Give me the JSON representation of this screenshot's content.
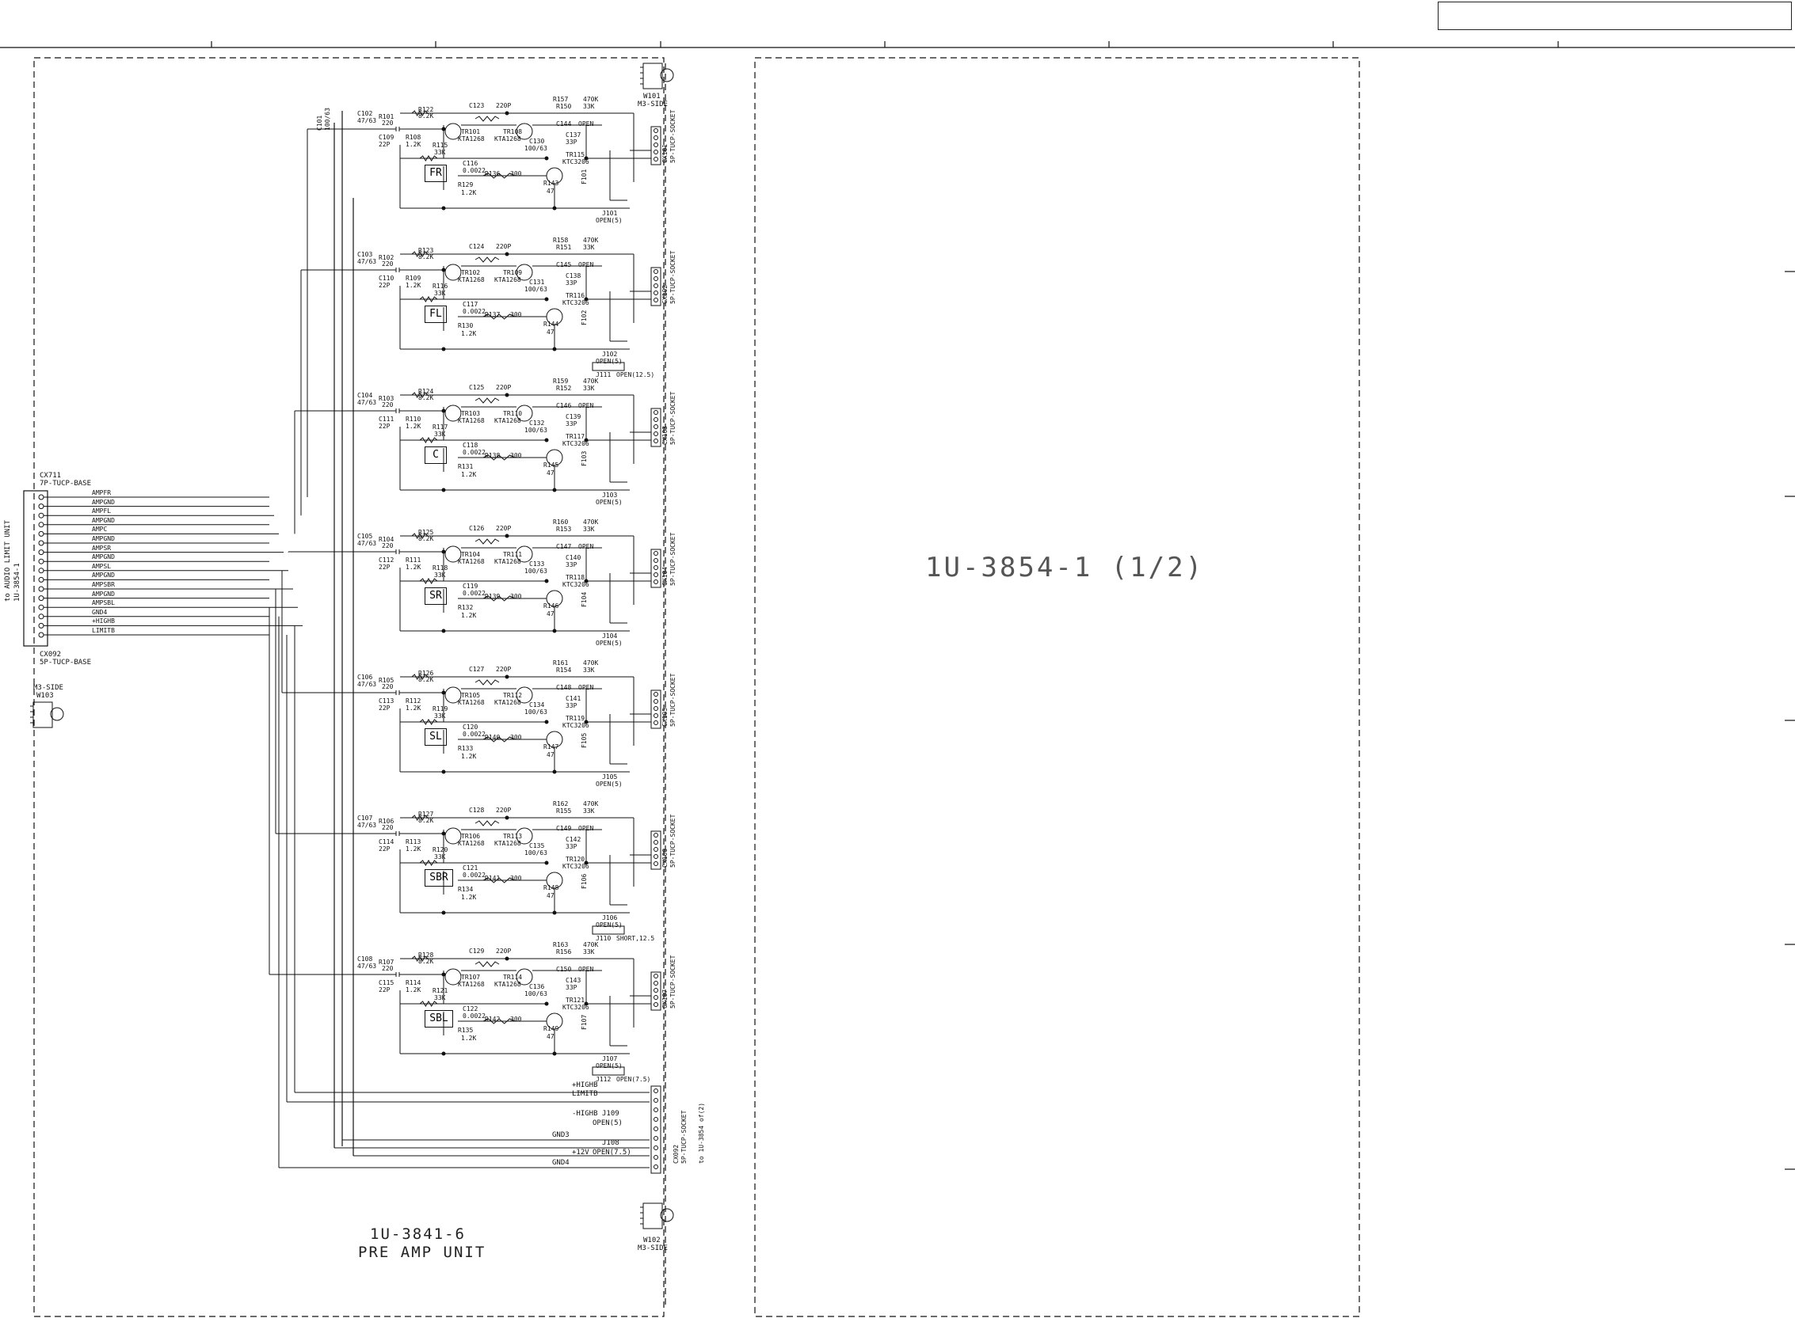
{
  "units": {
    "main": {
      "code": "1U-3841-6",
      "name": "PRE AMP UNIT"
    },
    "right": {
      "code": "1U-3854-1 (1/2)"
    }
  },
  "left_connector": {
    "top_ref": "CX711",
    "top_type": "7P-TUCP-BASE",
    "bottom_ref": "CX092",
    "bottom_type": "5P-TUCP-BASE",
    "side_label": "to AUDIO LIMIT UNIT",
    "side_sub": "1U-3854-1",
    "signals": [
      "AMPFR",
      "AMPGND",
      "AMPFL",
      "AMPGND",
      "AMPC",
      "AMPGND",
      "AMPSR",
      "AMPGND",
      "AMPSL",
      "AMPGND",
      "AMPSBR",
      "AMPGND",
      "AMPSBL",
      "GND4",
      "+HIGHB",
      "LIMITB"
    ]
  },
  "mounts": [
    {
      "ref": "W101",
      "label": "M3-SIDE"
    },
    {
      "ref": "W103",
      "label": "M3-SIDE"
    },
    {
      "ref": "W102",
      "label": "M3-SIDE"
    }
  ],
  "channels": [
    {
      "name": "FR",
      "cin": "C102",
      "cin_v": "47/63",
      "rin": "R101",
      "rin_v": "220",
      "r_b": "R122",
      "r_b_v": "8.2K",
      "cbyp": "C109",
      "cbyp_v": "22P",
      "r_g": "R108",
      "r_g_v": "1.2K",
      "r_e": "R115",
      "r_e_v": "33K",
      "tr1": "TR101",
      "tr1_t": "KTA1268",
      "tr2": "TR108",
      "tr2_t": "KTA1268",
      "cf": "C123",
      "cf_v": "220P",
      "cc": "C130",
      "cc_v": "100/63",
      "rh1": "R157",
      "rh1_v": "470K",
      "rh2": "R150",
      "rh2_v": "33K",
      "c_open": "C144",
      "c_open_v": "OPEN",
      "c33": "C137",
      "c33_v": "33P",
      "tr3": "TR115",
      "tr3_t": "KTC3206",
      "cd": "C116",
      "cd_v": "0.0022",
      "rs": "R136",
      "rs_v": "300",
      "rl": "R129",
      "rl_v": "1.2K",
      "re2": "R143",
      "re2_v": "47",
      "f": "F101",
      "jack": "J101",
      "jack_v": "OPEN(5)",
      "cx": "CX101",
      "cx_t": "5P-TUCP-SOCKET"
    },
    {
      "name": "FL",
      "cin": "C103",
      "cin_v": "47/63",
      "rin": "R102",
      "rin_v": "220",
      "r_b": "R123",
      "r_b_v": "8.2K",
      "cbyp": "C110",
      "cbyp_v": "22P",
      "r_g": "R109",
      "r_g_v": "1.2K",
      "r_e": "R116",
      "r_e_v": "33K",
      "tr1": "TR102",
      "tr1_t": "KTA1268",
      "tr2": "TR109",
      "tr2_t": "KTA1268",
      "cf": "C124",
      "cf_v": "220P",
      "cc": "C131",
      "cc_v": "100/63",
      "rh1": "R158",
      "rh1_v": "470K",
      "rh2": "R151",
      "rh2_v": "33K",
      "c_open": "C145",
      "c_open_v": "OPEN",
      "c33": "C138",
      "c33_v": "33P",
      "tr3": "TR116",
      "tr3_t": "KTC3206",
      "cd": "C117",
      "cd_v": "0.0022",
      "rs": "R137",
      "rs_v": "300",
      "rl": "R130",
      "rl_v": "1.2K",
      "re2": "R144",
      "re2_v": "47",
      "f": "F102",
      "jack": "J102",
      "jack_v": "OPEN(5)",
      "jack2": "J111",
      "jack2_v": "OPEN(12.5)",
      "cx": "CX102",
      "cx_t": "5P-TUCP-SOCKET"
    },
    {
      "name": "C",
      "cin": "C104",
      "cin_v": "47/63",
      "rin": "R103",
      "rin_v": "220",
      "r_b": "R124",
      "r_b_v": "8.2K",
      "cbyp": "C111",
      "cbyp_v": "22P",
      "r_g": "R110",
      "r_g_v": "1.2K",
      "r_e": "R117",
      "r_e_v": "33K",
      "tr1": "TR103",
      "tr1_t": "KTA1268",
      "tr2": "TR110",
      "tr2_t": "KTA1268",
      "cf": "C125",
      "cf_v": "220P",
      "cc": "C132",
      "cc_v": "100/63",
      "rh1": "R159",
      "rh1_v": "470K",
      "rh2": "R152",
      "rh2_v": "33K",
      "c_open": "C146",
      "c_open_v": "OPEN",
      "c33": "C139",
      "c33_v": "33P",
      "tr3": "TR117",
      "tr3_t": "KTC3206",
      "cd": "C118",
      "cd_v": "0.0022",
      "rs": "R138",
      "rs_v": "300",
      "rl": "R131",
      "rl_v": "1.2K",
      "re2": "R145",
      "re2_v": "47",
      "f": "F103",
      "jack": "J103",
      "jack_v": "OPEN(5)",
      "cx": "CX103",
      "cx_t": "5P-TUCP-SOCKET"
    },
    {
      "name": "SR",
      "cin": "C105",
      "cin_v": "47/63",
      "rin": "R104",
      "rin_v": "220",
      "r_b": "R125",
      "r_b_v": "8.2K",
      "cbyp": "C112",
      "cbyp_v": "22P",
      "r_g": "R111",
      "r_g_v": "1.2K",
      "r_e": "R118",
      "r_e_v": "33K",
      "tr1": "TR104",
      "tr1_t": "KTA1268",
      "tr2": "TR111",
      "tr2_t": "KTA1268",
      "cf": "C126",
      "cf_v": "220P",
      "cc": "C133",
      "cc_v": "100/63",
      "rh1": "R160",
      "rh1_v": "470K",
      "rh2": "R153",
      "rh2_v": "33K",
      "c_open": "C147",
      "c_open_v": "OPEN",
      "c33": "C140",
      "c33_v": "33P",
      "tr3": "TR118",
      "tr3_t": "KTC3206",
      "cd": "C119",
      "cd_v": "0.0022",
      "rs": "R139",
      "rs_v": "300",
      "rl": "R132",
      "rl_v": "1.2K",
      "re2": "R146",
      "re2_v": "47",
      "f": "F104",
      "jack": "J104",
      "jack_v": "OPEN(5)",
      "cx": "CX104",
      "cx_t": "5P-TUCP-SOCKET"
    },
    {
      "name": "SL",
      "cin": "C106",
      "cin_v": "47/63",
      "rin": "R105",
      "rin_v": "220",
      "r_b": "R126",
      "r_b_v": "8.2K",
      "cbyp": "C113",
      "cbyp_v": "22P",
      "r_g": "R112",
      "r_g_v": "1.2K",
      "r_e": "R119",
      "r_e_v": "33K",
      "tr1": "TR105",
      "tr1_t": "KTA1268",
      "tr2": "TR112",
      "tr2_t": "KTA1268",
      "cf": "C127",
      "cf_v": "220P",
      "cc": "C134",
      "cc_v": "100/63",
      "rh1": "R161",
      "rh1_v": "470K",
      "rh2": "R154",
      "rh2_v": "33K",
      "c_open": "C148",
      "c_open_v": "OPEN",
      "c33": "C141",
      "c33_v": "33P",
      "tr3": "TR119",
      "tr3_t": "KTC3206",
      "cd": "C120",
      "cd_v": "0.0022",
      "rs": "R140",
      "rs_v": "300",
      "rl": "R133",
      "rl_v": "1.2K",
      "re2": "R147",
      "re2_v": "47",
      "f": "F105",
      "jack": "J105",
      "jack_v": "OPEN(5)",
      "cx": "CX105",
      "cx_t": "5P-TUCP-SOCKET"
    },
    {
      "name": "SBR",
      "cin": "C107",
      "cin_v": "47/63",
      "rin": "R106",
      "rin_v": "220",
      "r_b": "R127",
      "r_b_v": "8.2K",
      "cbyp": "C114",
      "cbyp_v": "22P",
      "r_g": "R113",
      "r_g_v": "1.2K",
      "r_e": "R120",
      "r_e_v": "33K",
      "tr1": "TR106",
      "tr1_t": "KTA1268",
      "tr2": "TR113",
      "tr2_t": "KTA1268",
      "cf": "C128",
      "cf_v": "220P",
      "cc": "C135",
      "cc_v": "100/63",
      "rh1": "R162",
      "rh1_v": "470K",
      "rh2": "R155",
      "rh2_v": "33K",
      "c_open": "C149",
      "c_open_v": "OPEN",
      "c33": "C142",
      "c33_v": "33P",
      "tr3": "TR120",
      "tr3_t": "KTC3206",
      "cd": "C121",
      "cd_v": "0.0022",
      "rs": "R141",
      "rs_v": "300",
      "rl": "R134",
      "rl_v": "1.2K",
      "re2": "R148",
      "re2_v": "47",
      "f": "F106",
      "jack": "J106",
      "jack_v": "OPEN(5)",
      "jack2": "J110",
      "jack2_v": "SHORT,12.5",
      "cx": "CX106",
      "cx_t": "5P-TUCP-SOCKET"
    },
    {
      "name": "SBL",
      "cin": "C108",
      "cin_v": "47/63",
      "rin": "R107",
      "rin_v": "220",
      "r_b": "R128",
      "r_b_v": "8.2K",
      "cbyp": "C115",
      "cbyp_v": "22P",
      "r_g": "R114",
      "r_g_v": "1.2K",
      "r_e": "R121",
      "r_e_v": "33K",
      "tr1": "TR107",
      "tr1_t": "KTA1268",
      "tr2": "TR114",
      "tr2_t": "KTA1268",
      "cf": "C129",
      "cf_v": "220P",
      "cc": "C136",
      "cc_v": "100/63",
      "rh1": "R163",
      "rh1_v": "470K",
      "rh2": "R156",
      "rh2_v": "33K",
      "c_open": "C150",
      "c_open_v": "OPEN",
      "c33": "C143",
      "c33_v": "33P",
      "tr3": "TR121",
      "tr3_t": "KTC3206",
      "cd": "C122",
      "cd_v": "0.0022",
      "rs": "R142",
      "rs_v": "300",
      "rl": "R135",
      "rl_v": "1.2K",
      "re2": "R149",
      "re2_v": "47",
      "f": "F107",
      "jack": "J107",
      "jack_v": "OPEN(5)",
      "jack2": "J112",
      "jack2_v": "OPEN(7.5)",
      "cx": "CX107",
      "cx_t": "5P-TUCP-SOCKET"
    }
  ],
  "top_cap": {
    "ref": "C101",
    "value": "100/63"
  },
  "bottom_section": {
    "net1": "+HIGHB",
    "net2": "LIMITB",
    "net3": "-HIGHB",
    "j_a": "J109",
    "j_a_v": "OPEN(5)",
    "net4": "GND3",
    "j_b": "J108",
    "j_b_v": "OPEN(7.5)",
    "net5": "+12V",
    "net6": "GND4",
    "cx": "CX092",
    "cx_t": "5P-TUCP-SOCKET",
    "dest": "to 1U-3854 of(2)"
  }
}
